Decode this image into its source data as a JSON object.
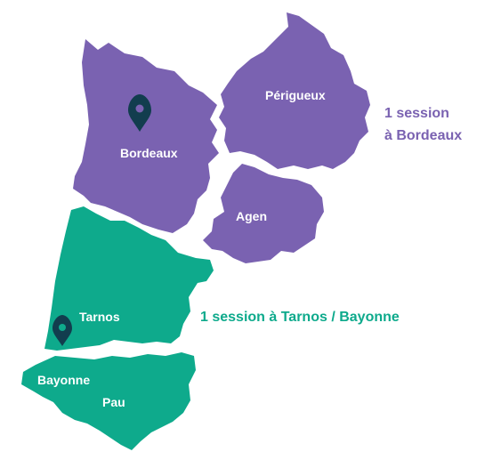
{
  "colors": {
    "north": "#7a62b1",
    "south": "#0eaa8c",
    "pin": "#123d4e",
    "label": "#ffffff"
  },
  "regions": {
    "gironde": {
      "label": "Bordeaux"
    },
    "dordogne": {
      "label": "Périgueux"
    },
    "lot_et_garonne": {
      "label": "Agen"
    },
    "landes": {
      "label": "Tarnos"
    },
    "pyrenees_atlantiques": {
      "label_1": "Bayonne",
      "label_2": "Pau"
    }
  },
  "legend": {
    "north_line1": "1 session",
    "north_line2": "à Bordeaux",
    "south": "1 session à Tarnos / Bayonne"
  },
  "icons": {
    "bordeaux_pin": "map-pin-icon",
    "tarnos_pin": "map-pin-icon"
  }
}
